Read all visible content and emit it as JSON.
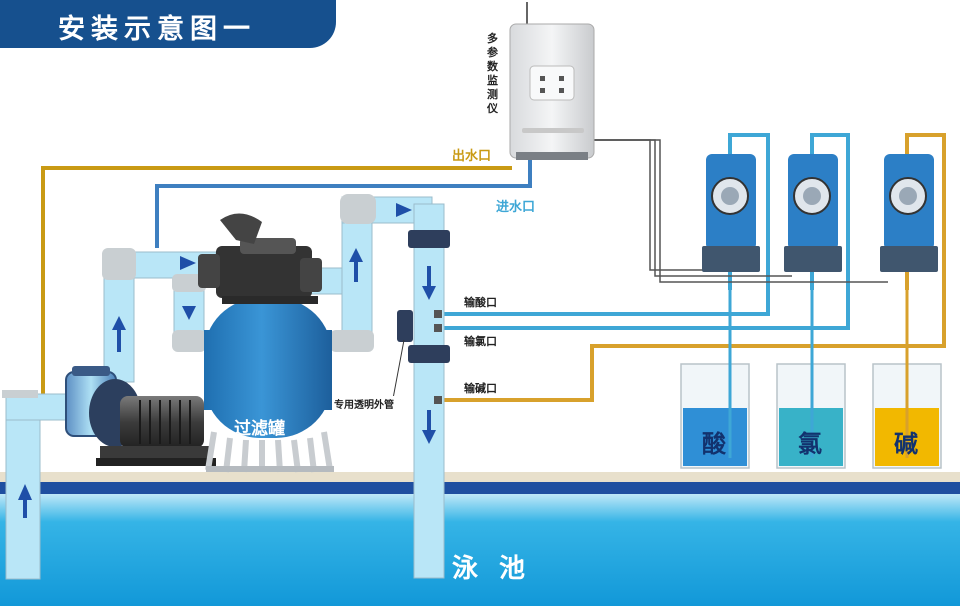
{
  "title": "安装示意图一",
  "monitor": {
    "label_chars": [
      "多",
      "参",
      "数",
      "监",
      "测",
      "仪"
    ],
    "outlet_label": "出水口",
    "inlet_label": "进水口"
  },
  "filter_label": "过滤罐",
  "pipe_note": "专用透明外管",
  "injection_ports": {
    "acid": "输酸口",
    "chlorine": "输氯口",
    "alkali": "输碱口"
  },
  "tanks": [
    {
      "label": "酸",
      "fill_color": "#2f8fd6"
    },
    {
      "label": "氯",
      "fill_color": "#38b2c8"
    },
    {
      "label": "碱",
      "fill_color": "#f2b800"
    }
  ],
  "pool_label": "泳 池",
  "colors": {
    "banner": "#16508e",
    "pipe_fill": "#b9e6f7",
    "pool_water": "#1aa3de",
    "filter_tank": "#2e86c8",
    "line_acid": "#3ea7d6",
    "line_chlorine": "#3ea7d6",
    "line_alkali": "#d8a12c",
    "flow_arrow": "#1f4fa8"
  }
}
